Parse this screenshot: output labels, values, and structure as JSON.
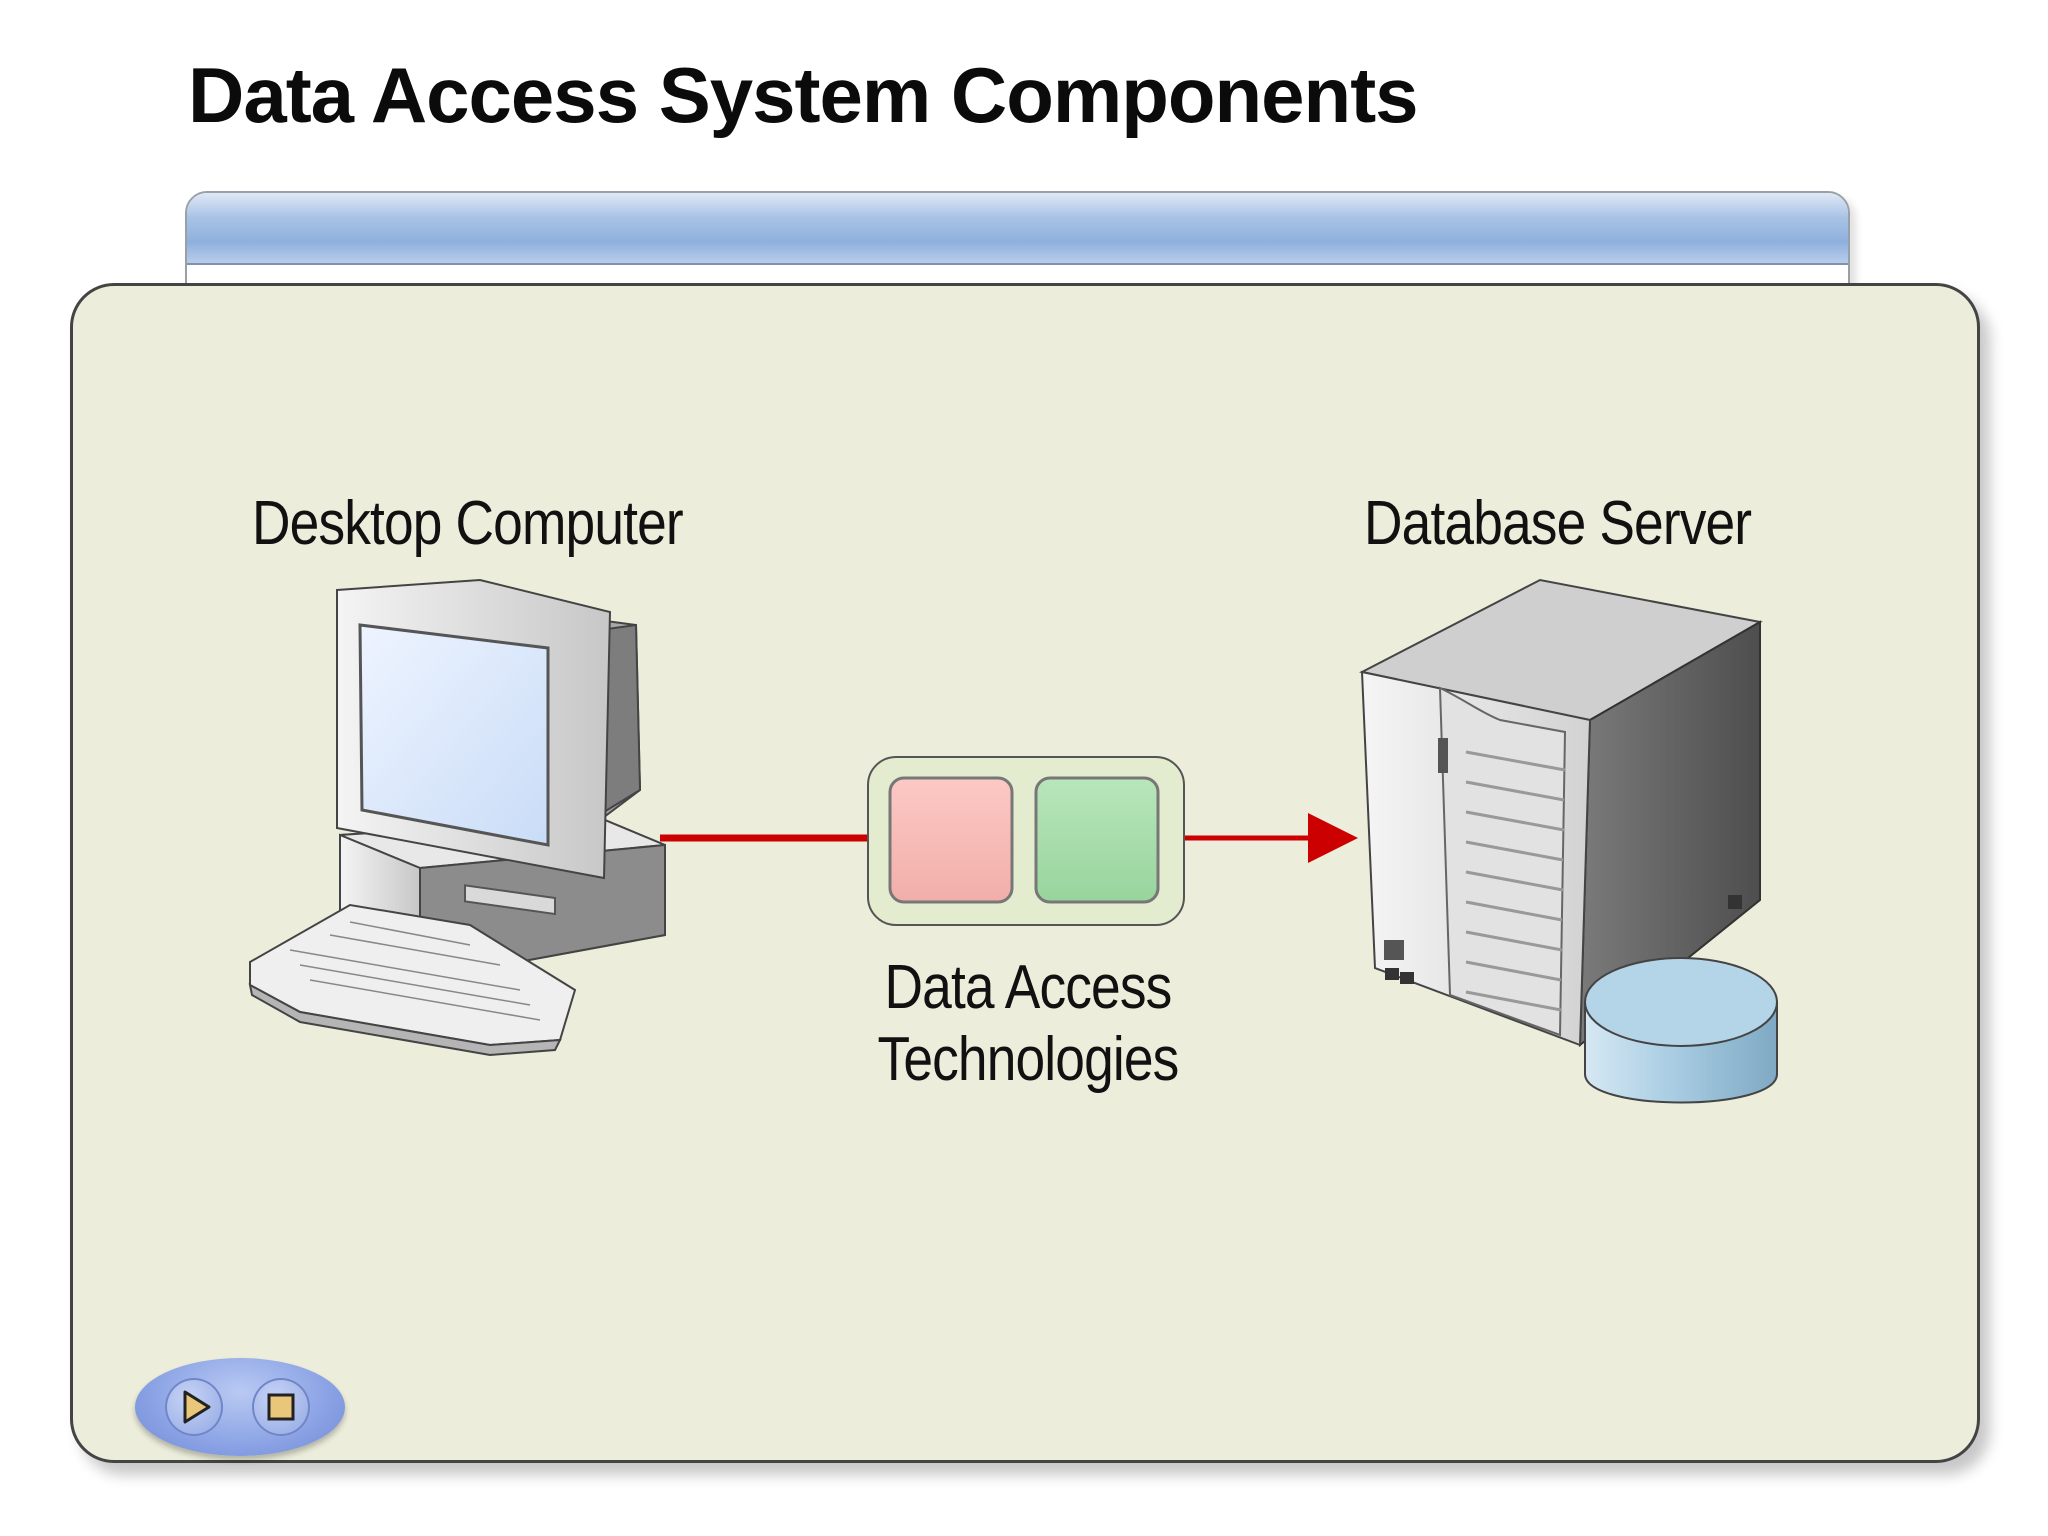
{
  "slide": {
    "title": "Data Access System Components"
  },
  "diagram": {
    "desktop_label": "Desktop Computer",
    "server_label": "Database Server",
    "technologies_label_line1": "Data Access",
    "technologies_label_line2": "Technologies"
  },
  "colors": {
    "panel_background": "#ededdb",
    "connector": "#cc0000",
    "tech_box_pink": "#f7b8b4",
    "tech_box_green": "#a7dcab",
    "database_cylinder": "#a9cde3"
  },
  "controls": {
    "play_icon": "play-icon",
    "stop_icon": "stop-icon"
  }
}
